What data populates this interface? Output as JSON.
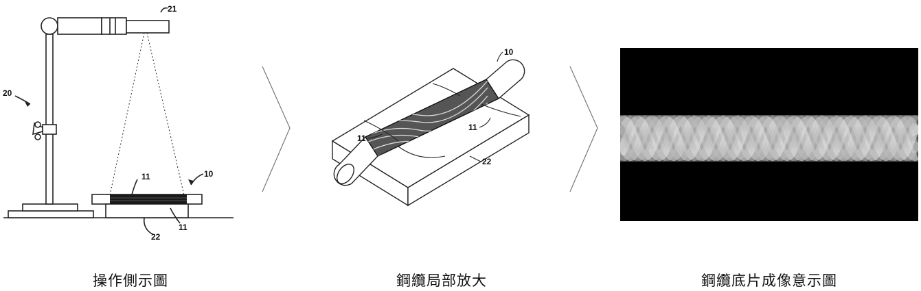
{
  "captions": {
    "side": "操作側示圖",
    "zoom": "鋼纜局部放大",
    "image": "鋼纜底片成像意示圖"
  },
  "labels": {
    "camera": "21",
    "stand": "20",
    "cable": "10",
    "fixture_a": "11",
    "fixture_b": "11",
    "base": "22",
    "zoom_cable": "10",
    "zoom_left": "11",
    "zoom_right": "11",
    "zoom_base": "22"
  },
  "colors": {
    "line": "#222222",
    "xray_bg": "#000000",
    "xray_wire": "#d8d8d8"
  }
}
